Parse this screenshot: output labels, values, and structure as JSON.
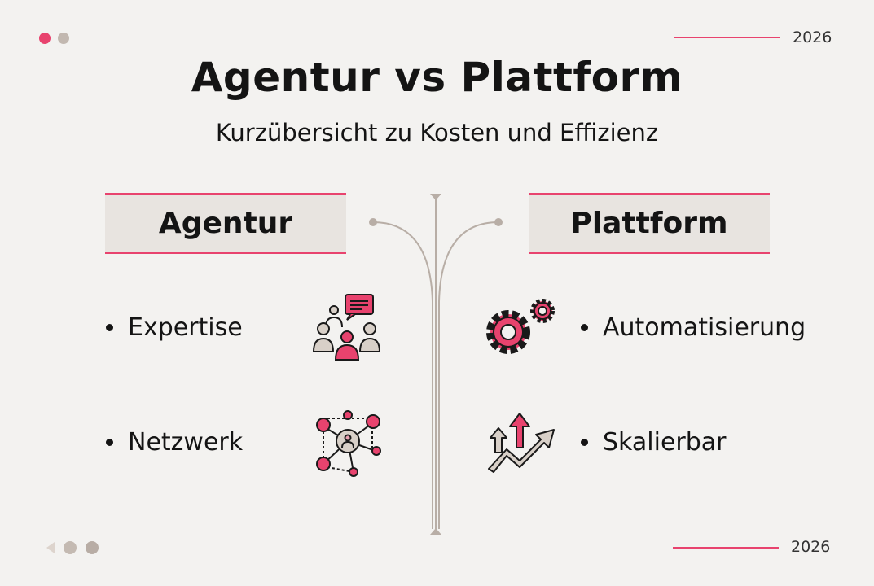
{
  "header": {
    "title": "Agentur vs Plattform",
    "subtitle": "Kurzübersicht zu Kosten und Effizienz",
    "year_top": "2026",
    "year_bottom": "2026"
  },
  "left": {
    "heading": "Agentur",
    "items": [
      {
        "label": "Expertise",
        "icon": "team-chat-icon"
      },
      {
        "label": "Netzwerk",
        "icon": "network-icon"
      }
    ]
  },
  "right": {
    "heading": "Plattform",
    "items": [
      {
        "label": "Automatisierung",
        "icon": "gears-icon"
      },
      {
        "label": "Skalierbar",
        "icon": "growth-arrows-icon"
      }
    ]
  },
  "colors": {
    "accent": "#e8436e",
    "neutral": "#d8d0c8",
    "background": "#f3f2f0"
  }
}
